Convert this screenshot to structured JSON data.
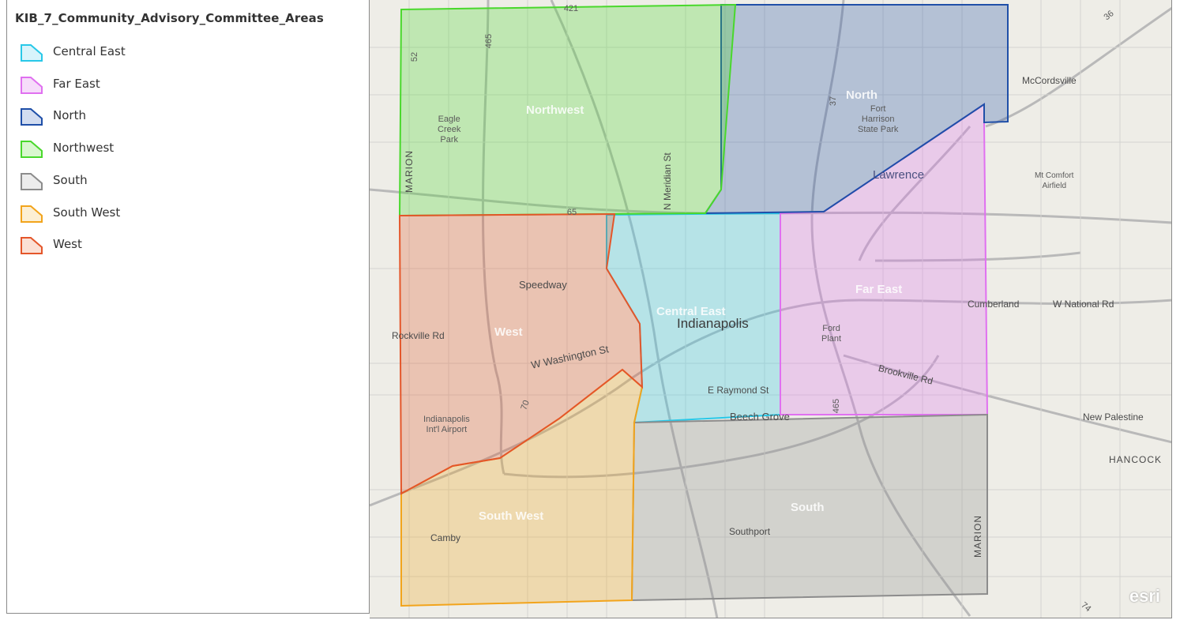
{
  "legend": {
    "title": "KIB_7_Community_Advisory_Committee_Areas",
    "items": [
      {
        "label": "Central East",
        "color": "#28c8e8",
        "fill": "#d8f4fb"
      },
      {
        "label": "Far East",
        "color": "#e070f0",
        "fill": "#f6dcfa"
      },
      {
        "label": "North",
        "color": "#1f4fa8",
        "fill": "#d2dcf0"
      },
      {
        "label": "Northwest",
        "color": "#49d82c",
        "fill": "#d9f7cf"
      },
      {
        "label": "South",
        "color": "#8c8c8c",
        "fill": "#ececec"
      },
      {
        "label": "South West",
        "color": "#f2a41c",
        "fill": "#fcefd4"
      },
      {
        "label": "West",
        "color": "#e4562a",
        "fill": "#fbe0d5"
      }
    ]
  },
  "map": {
    "area_labels": {
      "northwest": "Northwest",
      "north": "North",
      "central_east": "Central East",
      "far_east": "Far East",
      "west": "West",
      "south_west": "South West",
      "south": "South"
    },
    "places": {
      "indianapolis": "Indianapolis",
      "lawrence": "Lawrence",
      "speedway": "Speedway",
      "beech_grove": "Beech Grove",
      "southport": "Southport",
      "camby": "Camby",
      "mccordsville": "McCordsville",
      "new_palestine": "New Palestine",
      "hancock": "HANCOCK",
      "cumberland": "Cumberland",
      "marion_west": "MARION",
      "marion_east": "MARION",
      "eagle_creek_park": "Eagle\nCreek\nPark",
      "fort_harrison": "Fort\nHarrison\nState Park",
      "mt_comfort": "Mt Comfort\nAirfield",
      "airport": "Indianapolis\nInt'l Airport",
      "ford_plant": "Ford\nPlant"
    },
    "roads": {
      "rockville_rd": "Rockville Rd",
      "w_washington_st": "W Washington St",
      "e_raymond_st": "E Raymond St",
      "w_national_rd": "W National Rd",
      "brookville_rd": "Brookville Rd",
      "n_meridian_st": "N Meridian St"
    },
    "shields": {
      "i465_nw": "465",
      "i421": "421",
      "us52": "52",
      "i65": "65",
      "i70": "70",
      "i37": "37",
      "i465_se": "465",
      "us36": "36",
      "i74": "74"
    },
    "attribution": "esri"
  }
}
